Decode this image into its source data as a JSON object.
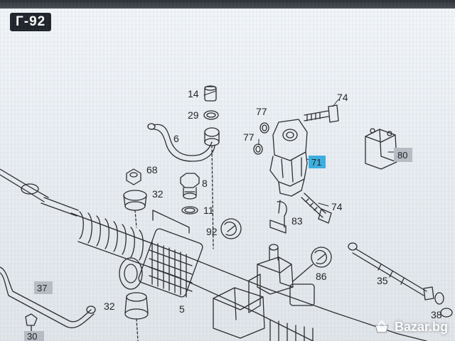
{
  "listing_code": "Г-92",
  "watermark": "Bazar.bg",
  "colors": {
    "line": "#2a2a2a",
    "highlight_blue": "#3ab0e0",
    "highlight_gray": "#b9bdc4",
    "code_bg": "#1f2329"
  },
  "labels": [
    {
      "id": "l14",
      "text": "14",
      "hl": false
    },
    {
      "id": "l29",
      "text": "29",
      "hl": false
    },
    {
      "id": "l6",
      "text": "6",
      "hl": false
    },
    {
      "id": "l68",
      "text": "68",
      "hl": false
    },
    {
      "id": "l32a",
      "text": "32",
      "hl": false
    },
    {
      "id": "l8",
      "text": "8",
      "hl": false
    },
    {
      "id": "l11",
      "text": "11",
      "hl": false
    },
    {
      "id": "l92",
      "text": "92",
      "hl": false
    },
    {
      "id": "l77a",
      "text": "77",
      "hl": false
    },
    {
      "id": "l77b",
      "text": "77",
      "hl": false
    },
    {
      "id": "l74a",
      "text": "74",
      "hl": false
    },
    {
      "id": "l74b",
      "text": "74",
      "hl": false
    },
    {
      "id": "l71",
      "text": "71",
      "hl": "blue"
    },
    {
      "id": "l80",
      "text": "80",
      "hl": "gray"
    },
    {
      "id": "l83",
      "text": "83",
      "hl": false
    },
    {
      "id": "l86",
      "text": "86",
      "hl": false
    },
    {
      "id": "l35",
      "text": "35",
      "hl": false
    },
    {
      "id": "l37",
      "text": "37",
      "hl": "gray"
    },
    {
      "id": "l32b",
      "text": "32",
      "hl": false
    },
    {
      "id": "l5",
      "text": "5",
      "hl": false
    },
    {
      "id": "l30",
      "text": "30",
      "hl": "gray"
    },
    {
      "id": "l38",
      "text": "38",
      "hl": false
    }
  ]
}
